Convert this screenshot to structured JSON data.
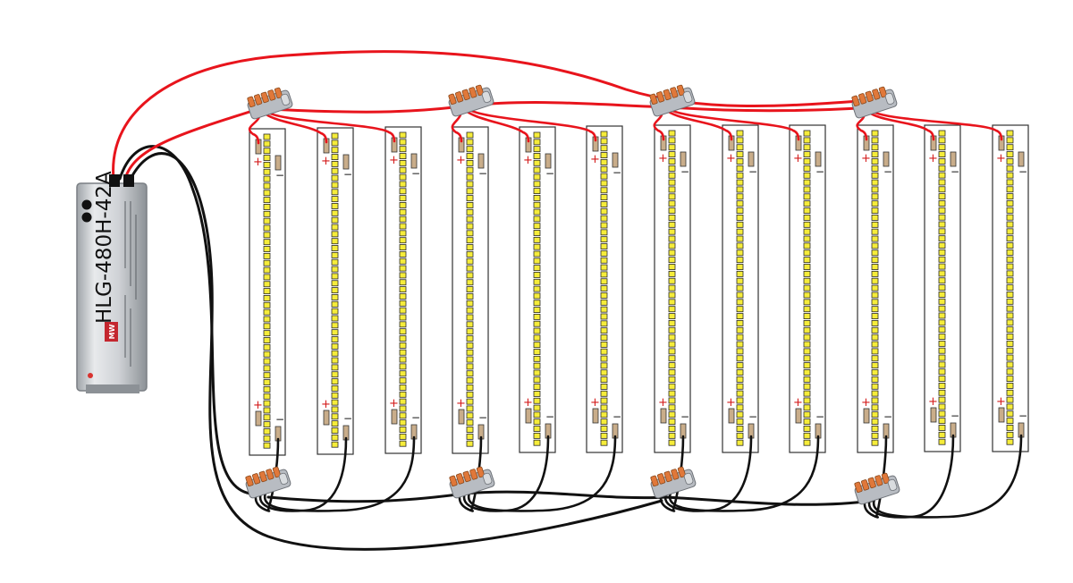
{
  "driver": {
    "model": "HLG-480H-42A",
    "brand_logo": "MW"
  },
  "strips": {
    "count": 12,
    "leds_per_strip": 45,
    "plus_sign": "+",
    "minus_sign": "−"
  },
  "connectors": {
    "count_top": 4,
    "count_bottom": 4
  },
  "colors": {
    "positive_wire": "#e8141c",
    "negative_wire": "#111111",
    "led_fill": "#f5ec3a",
    "led_stroke": "#2a2a2a",
    "pad_fill": "#c9ad8a",
    "connector_body": "#b8bcc2",
    "connector_lever": "#e0783a",
    "driver_body": "#d7dadd"
  },
  "icons": [
    "wago-connector-icon",
    "led-driver-icon"
  ]
}
